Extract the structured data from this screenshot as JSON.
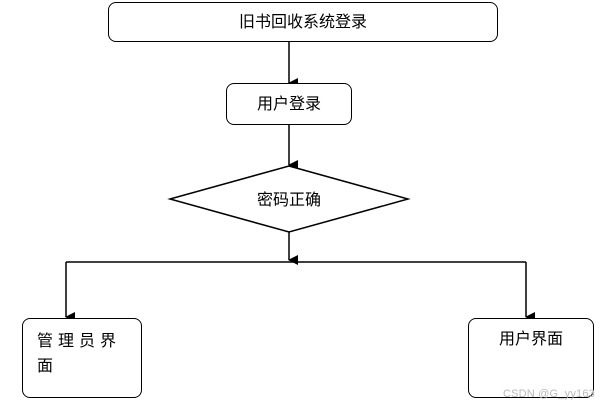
{
  "diagram": {
    "nodes": {
      "title": "旧书回收系统登录",
      "login": "用户登录",
      "check": "密码正确",
      "admin": "管理员界面",
      "user": "用户界面"
    },
    "colors": {
      "stroke": "#000000",
      "fill": "#ffffff",
      "watermark": "#b9b9b9"
    }
  },
  "watermark": "CSDN @G_yy163"
}
